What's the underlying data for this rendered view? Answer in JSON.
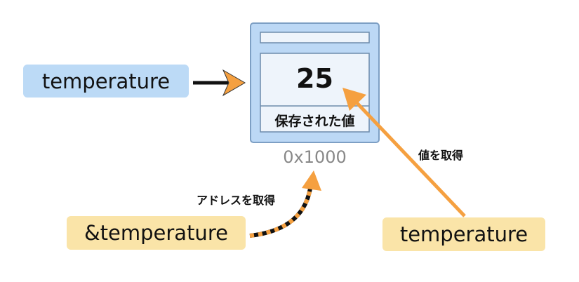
{
  "variable_label": "temperature",
  "address_label": "&temperature",
  "deref_label": "temperature",
  "memory": {
    "value": "25",
    "value_caption": "保存された値",
    "address": "0x1000"
  },
  "annotations": {
    "get_address": "アドレスを取得",
    "get_value": "値を取得"
  },
  "colors": {
    "accent_orange": "#f5a040",
    "box_blue": "#bcd8f5",
    "label_yellow": "#fae4a8"
  }
}
